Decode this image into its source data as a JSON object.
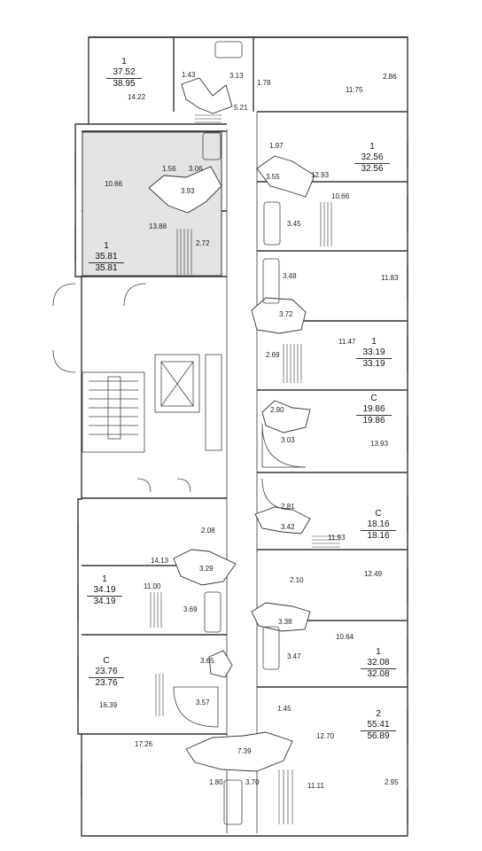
{
  "apartments": [
    {
      "id": "a1",
      "type": "1",
      "living": "37.52",
      "total": "38.95"
    },
    {
      "id": "a2",
      "type": "1",
      "living": "35.81",
      "total": "35.81"
    },
    {
      "id": "a3",
      "type": "1",
      "living": "34.19",
      "total": "34.19"
    },
    {
      "id": "a4",
      "type": "С",
      "living": "23.76",
      "total": "23.76"
    },
    {
      "id": "a5",
      "type": "1",
      "living": "32.56",
      "total": "32.56"
    },
    {
      "id": "a6",
      "type": "1",
      "living": "33.19",
      "total": "33.19"
    },
    {
      "id": "a7",
      "type": "С",
      "living": "19.86",
      "total": "19.86"
    },
    {
      "id": "a8",
      "type": "С",
      "living": "18.16",
      "total": "18.16"
    },
    {
      "id": "a9",
      "type": "1",
      "living": "32.08",
      "total": "32.08"
    },
    {
      "id": "a10",
      "type": "2",
      "living": "55.41",
      "total": "56.89"
    }
  ],
  "room_areas": [
    "14.22",
    "1.43",
    "3.13",
    "1.78",
    "5.21",
    "11.75",
    "2.86",
    "1.56",
    "3.06",
    "10.66",
    "3.93",
    "13.88",
    "2.72",
    "1.97",
    "12.93",
    "3.55",
    "10.66",
    "3.45",
    "3.48",
    "11.83",
    "3.72",
    "11.47",
    "2.69",
    "2.90",
    "3.03",
    "13.93",
    "2.81",
    "3.42",
    "11.93",
    "2.10",
    "12.49",
    "3.38",
    "10.64",
    "3.47",
    "1.45",
    "12.70",
    "2.08",
    "14.13",
    "3.29",
    "11.00",
    "3.69",
    "3.65",
    "16.39",
    "3.57",
    "17.26",
    "7.39",
    "1.80",
    "3.70",
    "11.11",
    "2.95"
  ]
}
